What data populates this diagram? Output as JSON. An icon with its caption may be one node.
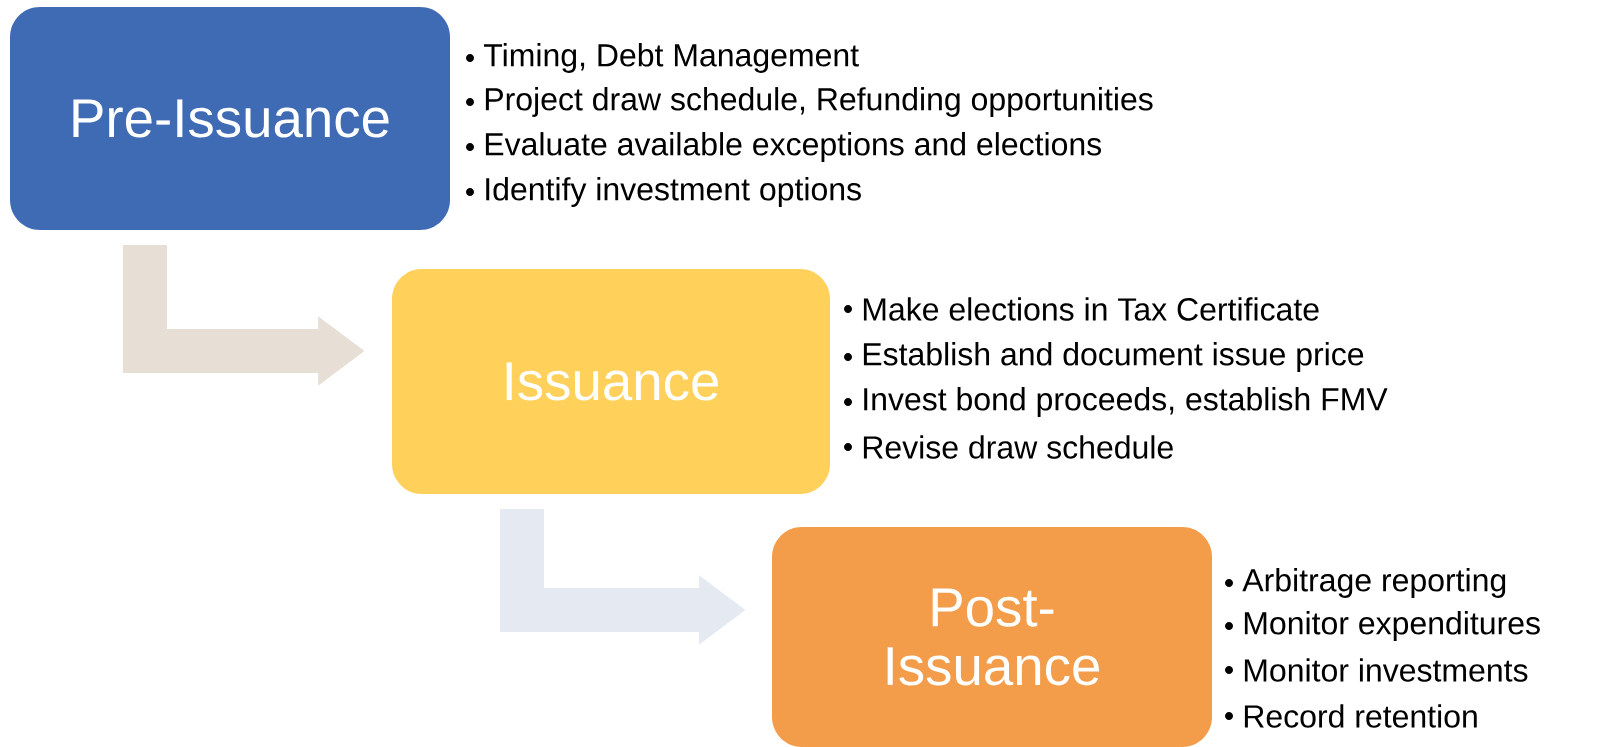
{
  "diagram": {
    "nodes": [
      {
        "text": [
          "Pre-Issuance"
        ],
        "beside": [
          "Timing, Debt Management",
          "Project draw schedule, Refunding opportunities",
          "Evaluate available exceptions and elections",
          "Identify investment options"
        ]
      },
      {
        "text": [
          "Issuance"
        ],
        "beside": [
          "Make elections in Tax Certificate",
          "Establish and document issue price",
          "Invest bond proceeds, establish FMV",
          "Revise draw schedule"
        ]
      },
      {
        "text": [
          "Post- Issuance"
        ],
        "beside": [
          "Arbitrage reporting",
          "Monitor expenditures",
          "Monitor investments",
          "Record retention"
        ]
      }
    ],
    "edges": [
      {
        "from": 0,
        "to": 1,
        "arrow": "to",
        "color": "#e7dfd6"
      },
      {
        "from": 1,
        "to": 2,
        "arrow": "to",
        "color": "#e5e9f1"
      }
    ]
  }
}
